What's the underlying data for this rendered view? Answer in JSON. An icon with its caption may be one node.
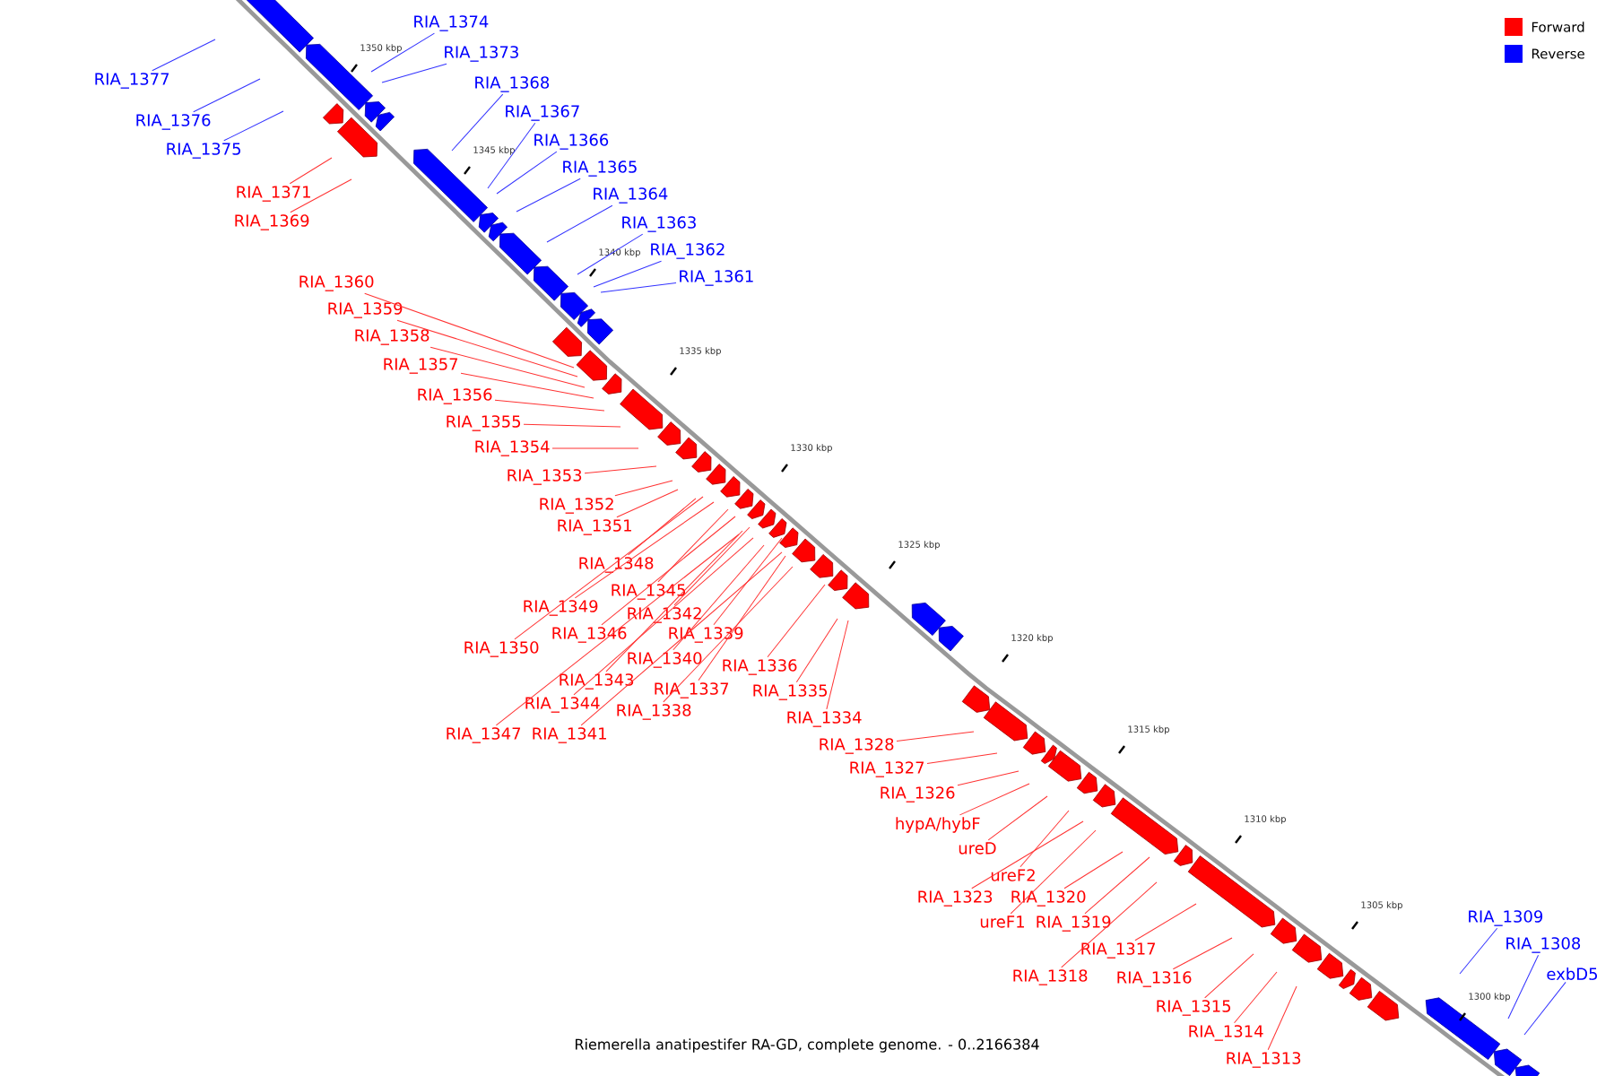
{
  "diagram": {
    "caption": "Riemerella anatipestifer RA-GD, complete genome. - 0..2166384",
    "nodes": [
      {
        "text": [
          "RIA_1377"
        ]
      },
      {
        "text": [
          "RIA_1376"
        ]
      },
      {
        "text": [
          "RIA_1375"
        ]
      },
      {
        "text": [
          "RIA_1374"
        ]
      },
      {
        "text": [
          "RIA_1373"
        ]
      },
      {
        "text": [
          "RIA_1368"
        ]
      },
      {
        "text": [
          "RIA_1367"
        ]
      },
      {
        "text": [
          "RIA_1366"
        ]
      },
      {
        "text": [
          "RIA_1365"
        ]
      },
      {
        "text": [
          "RIA_1364"
        ]
      },
      {
        "text": [
          "RIA_1363"
        ]
      },
      {
        "text": [
          "RIA_1362"
        ]
      },
      {
        "text": [
          "RIA_1361"
        ]
      },
      {
        "text": [
          "RIA_1371"
        ]
      },
      {
        "text": [
          "RIA_1369"
        ]
      },
      {
        "text": [
          "RIA_1360"
        ]
      },
      {
        "text": [
          "RIA_1359"
        ]
      },
      {
        "text": [
          "RIA_1358"
        ]
      },
      {
        "text": [
          "RIA_1357"
        ]
      },
      {
        "text": [
          "RIA_1356"
        ]
      },
      {
        "text": [
          "RIA_1355"
        ]
      },
      {
        "text": [
          "RIA_1354"
        ]
      },
      {
        "text": [
          "RIA_1353"
        ]
      },
      {
        "text": [
          "RIA_1352"
        ]
      },
      {
        "text": [
          "RIA_1351"
        ]
      },
      {
        "text": [
          "RIA_1348"
        ]
      },
      {
        "text": [
          "RIA_1349"
        ]
      },
      {
        "text": [
          "RIA_1345"
        ]
      },
      {
        "text": [
          "RIA_1350"
        ]
      },
      {
        "text": [
          "RIA_1346"
        ]
      },
      {
        "text": [
          "RIA_1342"
        ]
      },
      {
        "text": [
          "RIA_1339"
        ]
      },
      {
        "text": [
          "RIA_1343"
        ]
      },
      {
        "text": [
          "RIA_1340"
        ]
      },
      {
        "text": [
          "RIA_1336"
        ]
      },
      {
        "text": [
          "RIA_1344"
        ]
      },
      {
        "text": [
          "RIA_1337"
        ]
      },
      {
        "text": [
          "RIA_1335"
        ]
      },
      {
        "text": [
          "RIA_1338"
        ]
      },
      {
        "text": [
          "RIA_1347"
        ]
      },
      {
        "text": [
          "RIA_1341"
        ]
      },
      {
        "text": [
          "RIA_1334"
        ]
      },
      {
        "text": [
          "RIA_1328"
        ]
      },
      {
        "text": [
          "RIA_1327"
        ]
      },
      {
        "text": [
          "RIA_1326"
        ]
      },
      {
        "text": [
          "hypA/hybF"
        ]
      },
      {
        "text": [
          "ureD"
        ]
      },
      {
        "text": [
          "ureF2"
        ]
      },
      {
        "text": [
          "RIA_1323"
        ]
      },
      {
        "text": [
          "RIA_1320"
        ]
      },
      {
        "text": [
          "ureF1"
        ]
      },
      {
        "text": [
          "RIA_1319"
        ]
      },
      {
        "text": [
          "RIA_1317"
        ]
      },
      {
        "text": [
          "RIA_1318"
        ]
      },
      {
        "text": [
          "RIA_1316"
        ]
      },
      {
        "text": [
          "RIA_1315"
        ]
      },
      {
        "text": [
          "RIA_1314"
        ]
      },
      {
        "text": [
          "RIA_1313"
        ]
      },
      {
        "text": [
          "RIA_1309"
        ]
      },
      {
        "text": [
          "RIA_1308"
        ]
      },
      {
        "text": [
          "exbD5"
        ]
      }
    ],
    "edges": [
      {
        "from": 0,
        "to": null,
        "arrow": "none",
        "color": "#3333ff"
      },
      {
        "from": 1,
        "to": null,
        "arrow": "none",
        "color": "#3333ff"
      },
      {
        "from": 2,
        "to": null,
        "arrow": "none",
        "color": "#3333ff"
      },
      {
        "from": 3,
        "to": null,
        "arrow": "none",
        "color": "#3333ff"
      },
      {
        "from": 4,
        "to": null,
        "arrow": "none",
        "color": "#3333ff"
      },
      {
        "from": 5,
        "to": null,
        "arrow": "none",
        "color": "#3333ff"
      },
      {
        "from": 6,
        "to": null,
        "arrow": "none",
        "color": "#3333ff"
      },
      {
        "from": 7,
        "to": null,
        "arrow": "none",
        "color": "#3333ff"
      },
      {
        "from": 8,
        "to": null,
        "arrow": "none",
        "color": "#3333ff"
      },
      {
        "from": 9,
        "to": null,
        "arrow": "none",
        "color": "#3333ff"
      },
      {
        "from": 10,
        "to": null,
        "arrow": "none",
        "color": "#3333ff"
      },
      {
        "from": 11,
        "to": null,
        "arrow": "none",
        "color": "#3333ff"
      },
      {
        "from": 12,
        "to": null,
        "arrow": "none",
        "color": "#3333ff"
      },
      {
        "from": 13,
        "to": null,
        "arrow": "none"
      },
      {
        "from": 14,
        "to": null,
        "arrow": "none"
      },
      {
        "from": 15,
        "to": null,
        "arrow": "none"
      },
      {
        "from": 16,
        "to": null,
        "arrow": "none"
      },
      {
        "from": 17,
        "to": null,
        "arrow": "none"
      },
      {
        "from": 18,
        "to": null,
        "arrow": "none"
      },
      {
        "from": 19,
        "to": null,
        "arrow": "none"
      },
      {
        "from": 20,
        "to": null,
        "arrow": "none"
      },
      {
        "from": 21,
        "to": null,
        "arrow": "none"
      },
      {
        "from": 22,
        "to": null,
        "arrow": "none"
      },
      {
        "from": 23,
        "to": null,
        "arrow": "none"
      },
      {
        "from": 24,
        "to": null,
        "arrow": "none"
      },
      {
        "from": 25,
        "to": null,
        "arrow": "none"
      },
      {
        "from": 26,
        "to": null,
        "arrow": "none"
      },
      {
        "from": 27,
        "to": null,
        "arrow": "none"
      },
      {
        "from": 28,
        "to": null,
        "arrow": "none"
      },
      {
        "from": 29,
        "to": null,
        "arrow": "none"
      },
      {
        "from": 30,
        "to": null,
        "arrow": "none"
      },
      {
        "from": 31,
        "to": null,
        "arrow": "none"
      },
      {
        "from": 32,
        "to": null,
        "arrow": "none"
      },
      {
        "from": 33,
        "to": null,
        "arrow": "none"
      },
      {
        "from": 34,
        "to": null,
        "arrow": "none"
      },
      {
        "from": 35,
        "to": null,
        "arrow": "none"
      },
      {
        "from": 36,
        "to": null,
        "arrow": "none"
      },
      {
        "from": 37,
        "to": null,
        "arrow": "none"
      },
      {
        "from": 38,
        "to": null,
        "arrow": "none"
      },
      {
        "from": 39,
        "to": null,
        "arrow": "none"
      },
      {
        "from": 40,
        "to": null,
        "arrow": "none"
      },
      {
        "from": 41,
        "to": null,
        "arrow": "none"
      },
      {
        "from": 42,
        "to": null,
        "arrow": "none"
      },
      {
        "from": 43,
        "to": null,
        "arrow": "none"
      },
      {
        "from": 44,
        "to": null,
        "arrow": "none"
      },
      {
        "from": 45,
        "to": null,
        "arrow": "none"
      },
      {
        "from": 46,
        "to": null,
        "arrow": "none"
      },
      {
        "from": 47,
        "to": null,
        "arrow": "none"
      },
      {
        "from": 48,
        "to": null,
        "arrow": "none"
      },
      {
        "from": 49,
        "to": null,
        "arrow": "none"
      },
      {
        "from": 50,
        "to": null,
        "arrow": "none"
      },
      {
        "from": 51,
        "to": null,
        "arrow": "none"
      },
      {
        "from": 52,
        "to": null,
        "arrow": "none"
      },
      {
        "from": 53,
        "to": null,
        "arrow": "none"
      },
      {
        "from": 54,
        "to": null,
        "arrow": "none"
      },
      {
        "from": 55,
        "to": null,
        "arrow": "none"
      },
      {
        "from": 56,
        "to": null,
        "arrow": "none"
      },
      {
        "from": 57,
        "to": null,
        "arrow": "none"
      },
      {
        "from": 58,
        "to": null,
        "arrow": "none",
        "color": "#3333ff"
      },
      {
        "from": 59,
        "to": null,
        "arrow": "none",
        "color": "#3333ff"
      },
      {
        "from": 60,
        "to": null,
        "arrow": "none",
        "color": "#3333ff"
      }
    ],
    "labels": [
      "1350 kbp",
      "1345 kbp",
      "1340 kbp",
      "1335 kbp",
      "1330 kbp",
      "1325 kbp",
      "1320 kbp",
      "1315 kbp",
      "1310 kbp",
      "1305 kbp",
      "1300 kbp"
    ],
    "legend": [
      {
        "text": "Forward",
        "color": "#ff0000"
      },
      {
        "text": "Reverse",
        "color": "#0000ff"
      }
    ]
  }
}
